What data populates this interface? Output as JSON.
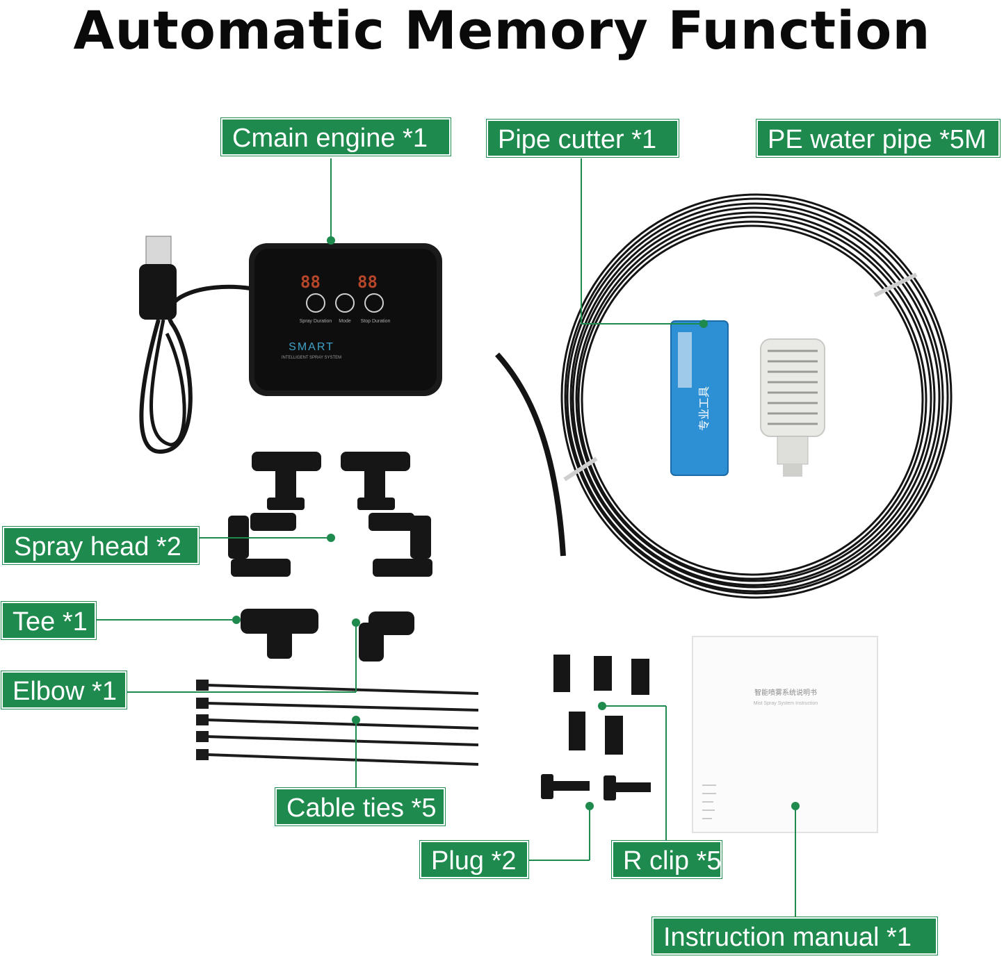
{
  "title": "Automatic Memory Function",
  "accent_color": "#1e8a4e",
  "labels": {
    "main_engine": "Cmain engine *1",
    "pipe_cutter": "Pipe cutter *1",
    "water_pipe": "PE water pipe *5M",
    "spray_head": "Spray head *2",
    "tee": "Tee *1",
    "elbow": "Elbow *1",
    "cable_ties": "Cable ties *5",
    "plug": "Plug *2",
    "r_clip": "R clip *5",
    "manual": "Instruction manual *1"
  },
  "device": {
    "brand": "SMART",
    "tagline": "INTELLIGENT SPRAY SYSTEM",
    "display_left": "88",
    "display_right": "88",
    "btn_left_label": "Spray Duration",
    "btn_mid_label": "Mode",
    "btn_right_label": "Stop Duration"
  },
  "cutter_text": "专业工具",
  "manual_text": {
    "title": "智能喷雾系统说明书",
    "subtitle": "Mist Spray System Instruction"
  }
}
